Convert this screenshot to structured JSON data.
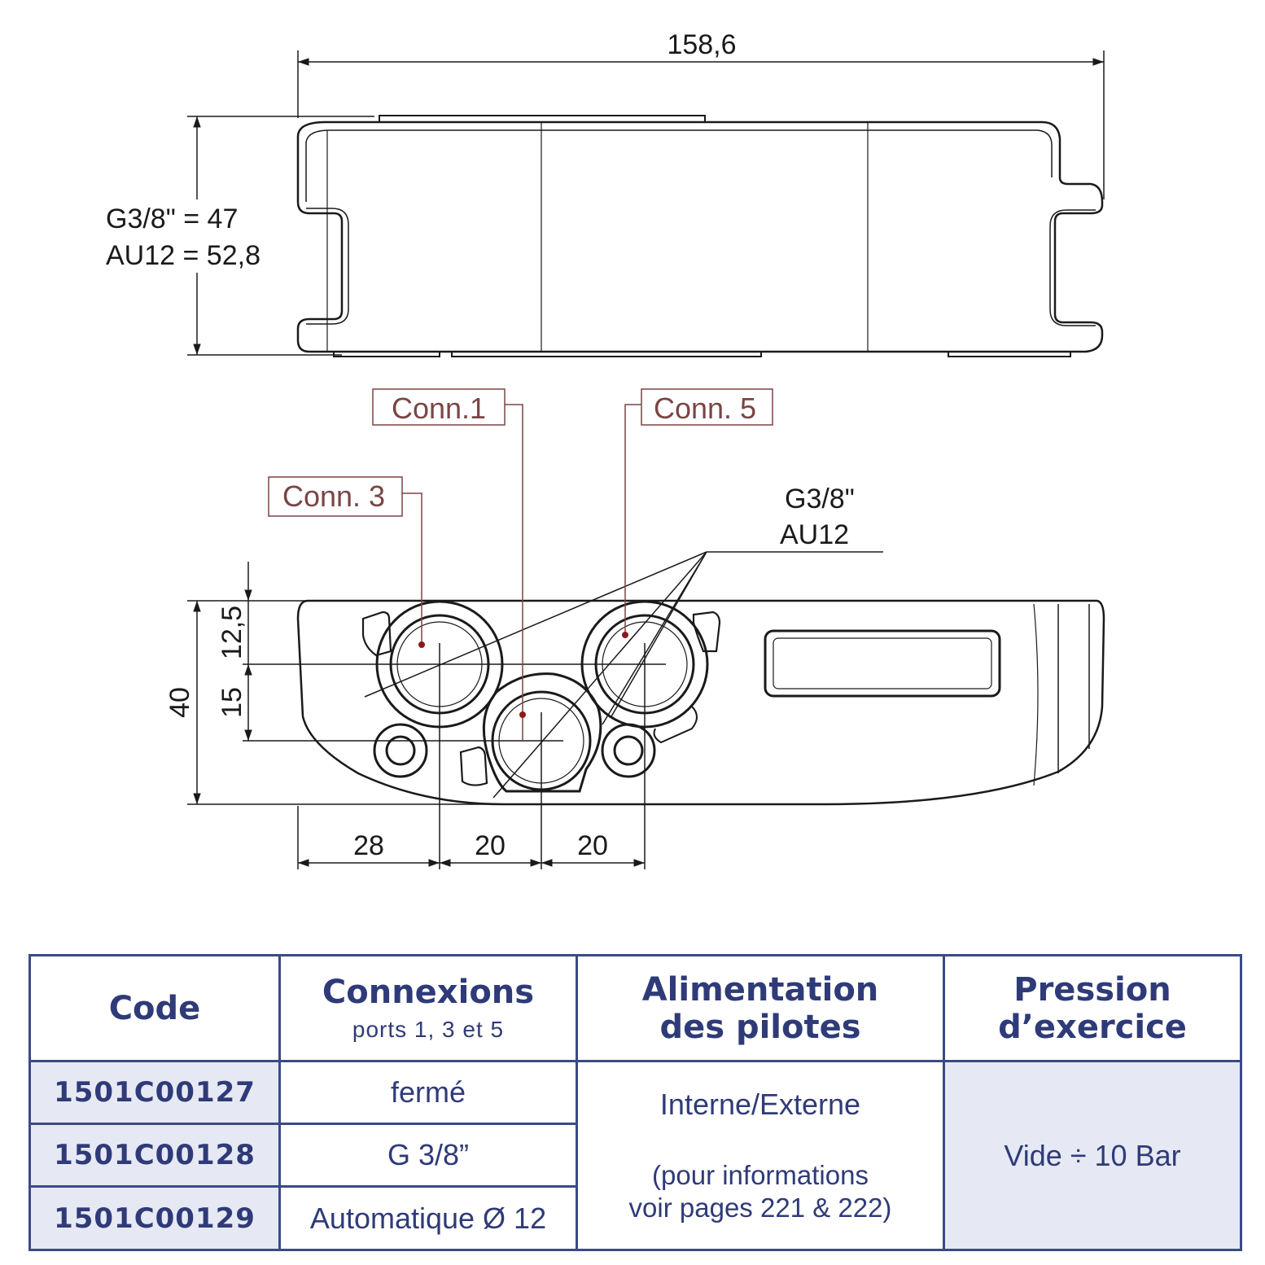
{
  "drawing": {
    "dim_width": "158,6",
    "dim_height_line1": "G3/8\" = 47",
    "dim_height_line2": "AU12 = 52,8",
    "label_conn1": "Conn.1",
    "label_conn5": "Conn. 5",
    "label_conn3": "Conn. 3",
    "thread_line1": "G3/8\"",
    "thread_line2": "AU12",
    "dim_40": "40",
    "dim_12_5": "12,5",
    "dim_15": "15",
    "dim_28": "28",
    "dim_20a": "20",
    "dim_20b": "20"
  },
  "table": {
    "headers": {
      "code": "Code",
      "connexions": "Connexions",
      "connexions_sub": "ports 1, 3 et 5",
      "alimentation_line1": "Alimentation",
      "alimentation_line2": "des pilotes",
      "pression_line1": "Pression",
      "pression_line2": "d’exercice"
    },
    "rows": [
      {
        "code": "1501C00127",
        "connexion": "fermé"
      },
      {
        "code": "1501C00128",
        "connexion": "G 3/8”"
      },
      {
        "code": "1501C00129",
        "connexion": "Automatique Ø 12"
      }
    ],
    "alimentation": "Interne/Externe",
    "alimentation_note_line1": "(pour informations",
    "alimentation_note_line2": "voir pages 221 & 222)",
    "pression": "Vide ÷ 10 Bar"
  },
  "colors": {
    "table_border": "#3b4a86",
    "table_text": "#2f3b78",
    "table_shade": "#e6e9f4",
    "callout": "#7a4545"
  }
}
